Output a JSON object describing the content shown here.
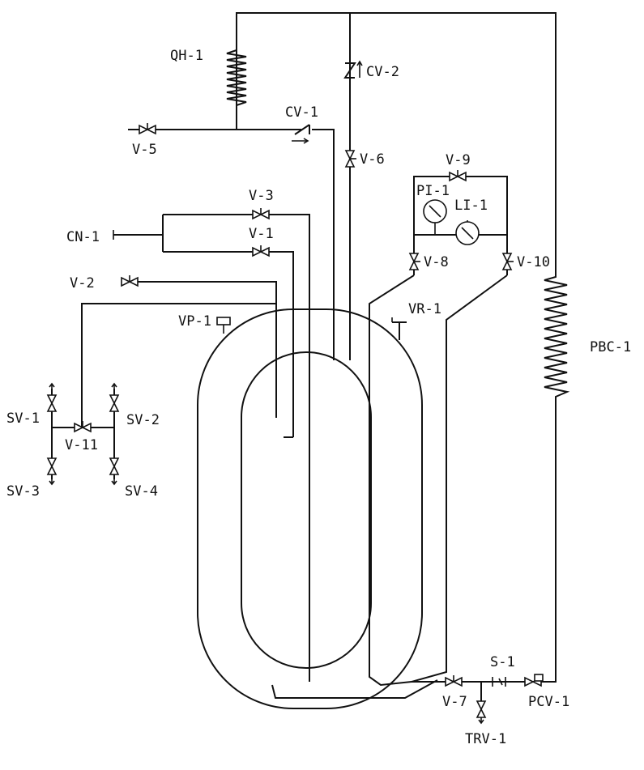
{
  "labels": {
    "qh1": "QH-1",
    "cv2": "CV-2",
    "cv1": "CV-1",
    "v5": "V-5",
    "v6": "V-6",
    "v9": "V-9",
    "pi1": "PI-1",
    "li1": "LI-1",
    "v3": "V-3",
    "cn1": "CN-1",
    "v1": "V-1",
    "v8": "V-8",
    "v10": "V-10",
    "v2": "V-2",
    "vr1": "VR-1",
    "vp1": "VP-1",
    "pbc1": "PBC-1",
    "sv1": "SV-1",
    "sv2": "SV-2",
    "v11": "V-11",
    "sv3": "SV-3",
    "sv4": "SV-4",
    "s1": "S-1",
    "v7": "V-7",
    "pcv1": "PCV-1",
    "trv1": "TRV-1"
  },
  "colors": {
    "line": "#111111",
    "background": "#ffffff"
  }
}
